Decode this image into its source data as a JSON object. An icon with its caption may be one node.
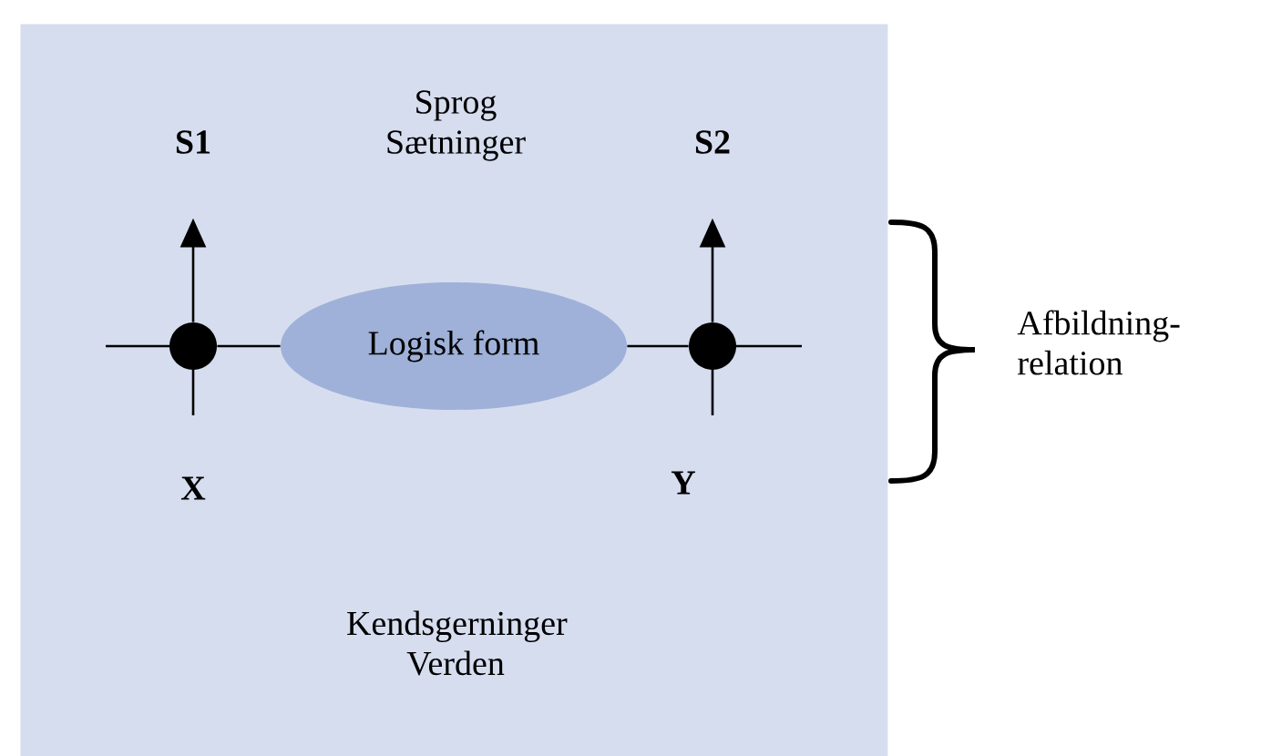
{
  "diagram": {
    "nodes": [
      {
        "text": [
          "Sprog Sætninger",
          "Kendsgerninger Verden"
        ]
      },
      {
        "text": [],
        "shape": "circle",
        "in": 0
      },
      {
        "text": [
          "Logisk form"
        ],
        "in": 0
      },
      {
        "text": [],
        "shape": "circle",
        "in": 0
      }
    ],
    "edges": [
      {
        "from": 1,
        "to": 2,
        "arrow": "none"
      },
      {
        "from": 2,
        "to": 3,
        "arrow": "none"
      },
      {
        "from": 1,
        "to": null,
        "arrow": "to"
      },
      {
        "from": 3,
        "to": null,
        "arrow": "to"
      }
    ],
    "labels": [
      "S1",
      "S2",
      "X",
      "Y",
      "Afbildning- relation"
    ]
  }
}
